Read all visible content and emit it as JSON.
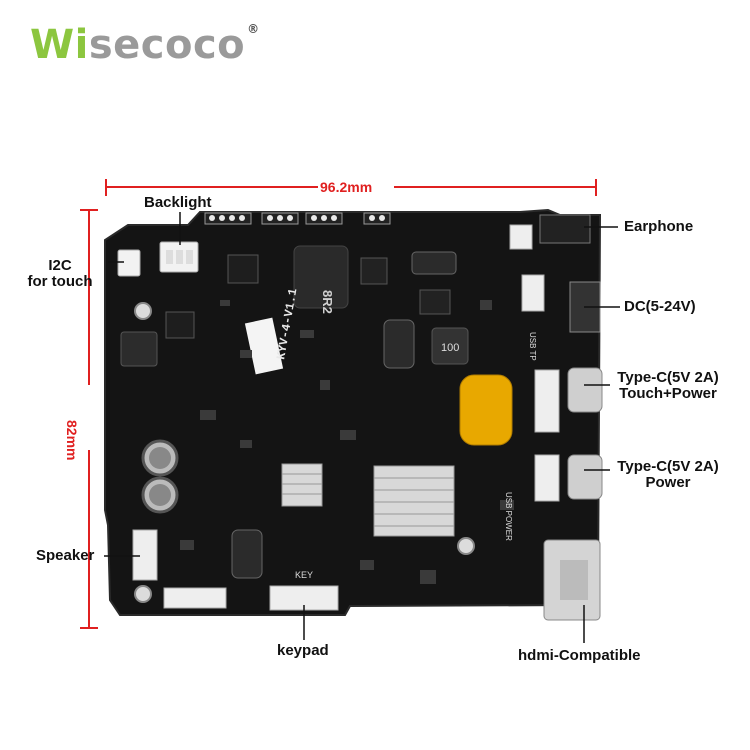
{
  "brand": {
    "logo_first": "Wi",
    "logo_rest": "secoco",
    "registered": "®"
  },
  "dimensions": {
    "width": "96.2mm",
    "height": "82mm"
  },
  "labels": {
    "backlight": "Backlight",
    "i2c": "I2C",
    "for_touch": "for touch",
    "earphone": "Earphone",
    "dc": "DC(5-24V)",
    "typec_touch_line1": "Type-C(5V 2A)",
    "typec_touch_line2": "Touch+Power",
    "typec_power_line1": "Type-C(5V 2A)",
    "typec_power_line2": "Power",
    "speaker": "Speaker",
    "keypad": "keypad",
    "hdmi": "hdmi-Compatible"
  },
  "board_silk": {
    "model": "KYV-4-V1.1",
    "inductor": "8R2",
    "ind_small": "100",
    "key": "KEY",
    "usb_power": "USB POWER",
    "usb_tp": "USB TP"
  },
  "colors": {
    "dimension": "#e02020",
    "board": "#111111",
    "brand_green": "#8cc63f",
    "fuse": "#e8a800"
  }
}
